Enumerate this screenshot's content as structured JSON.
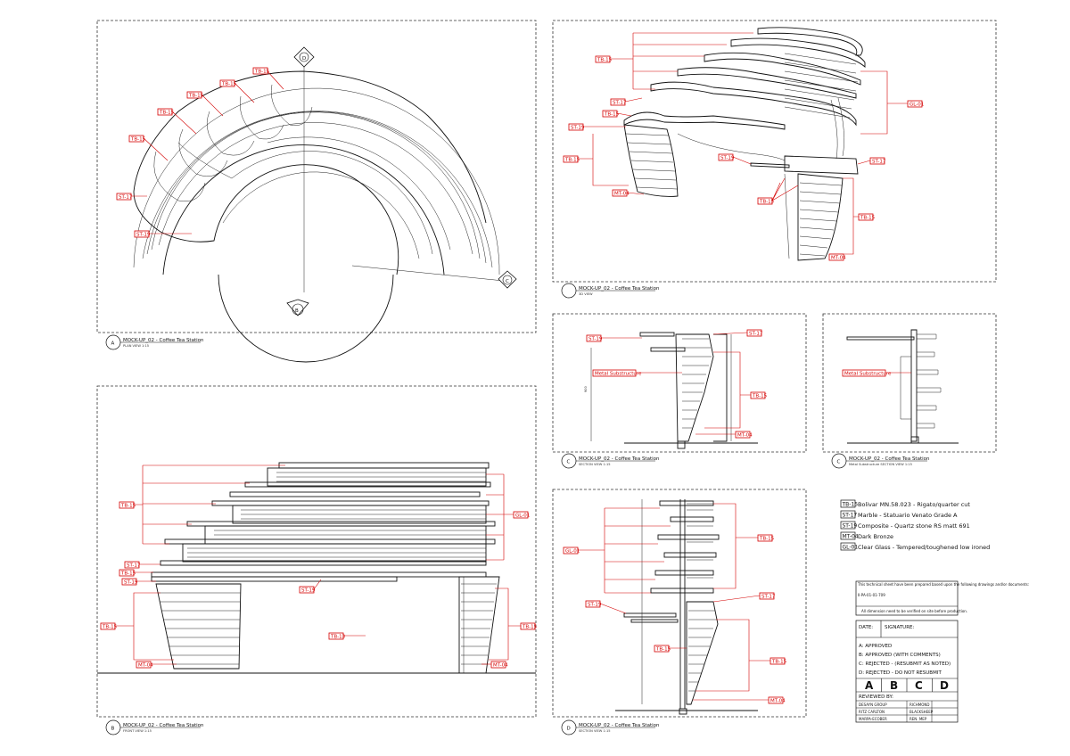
{
  "views": {
    "plan": {
      "circle": "A",
      "title": "MOCK-UP_02 - Coffee Tea Station",
      "subtitle": "PLAN VIEW 1:15"
    },
    "front": {
      "circle": "B",
      "title": "MOCK-UP_02 - Coffee Tea Station",
      "subtitle": "FRONT VIEW 1:15"
    },
    "view3d": {
      "title": "MOCK-UP_02 - Coffee Tea Station",
      "subtitle": "3D VIEW"
    },
    "sectionC": {
      "circle": "C",
      "title": "MOCK-UP_02 - Coffee Tea Station",
      "subtitle": "SECTION VIEW 1:15"
    },
    "sectionCMetal": {
      "circle": "C",
      "title": "MOCK-UP_02 - Coffee Tea Station",
      "subtitle": "Metal Substructure SECTION VIEW 1:15"
    },
    "sectionD": {
      "circle": "D",
      "title": "MOCK-UP_02 - Coffee Tea Station",
      "subtitle": "SECTION VIEW 1:15"
    }
  },
  "markers": {
    "d": "D",
    "b": "B",
    "c": "C"
  },
  "tags": {
    "tb15": "TB-15",
    "st17": "ST-17",
    "st19": "ST-19",
    "mt04": "MT-04",
    "gl01": "GL-01",
    "tb13": "TB-13",
    "metal": "Metal Substructure"
  },
  "legend": [
    {
      "code": "TB-15",
      "desc": "Bolivar MN.58.023 - Rigato/quarter cut"
    },
    {
      "code": "ST-17",
      "desc": "Marble - Statuario Venato Grade A"
    },
    {
      "code": "ST-19",
      "desc": "Composite - Quartz stone RS matt 691"
    },
    {
      "code": "MT-04",
      "desc": "Dark Bronze"
    },
    {
      "code": "GL-01",
      "desc": "Clear Glass - Tempered/toughened low ironed"
    }
  ],
  "titleblock": {
    "note": "This technical sheet have been prepared based upon the following drawings and/or documents:",
    "ref": "II-PA-01-01-709",
    "note2": "All dimension need to be verified on site before production.",
    "date_label": "DATE:",
    "signature_label": "SIGNATURE:",
    "statuses": [
      "A: APPROVED",
      "B: APPROVED (WITH COMMENTS)",
      "C: REJECTED - (RESUBMIT AS NOTED)",
      "D: REJECTED - DO NOT RESUBMIT"
    ],
    "letters": [
      "A",
      "B",
      "C",
      "D"
    ],
    "reviewed_by": "REVIEWED BY:",
    "reviewers": [
      [
        "DESAYN GROUP",
        "RICHMOND"
      ],
      [
        "RITZ CARLTON",
        "BLACKSHEEP"
      ],
      [
        "MARPA-ECOBER",
        "REN. MEP"
      ]
    ]
  }
}
